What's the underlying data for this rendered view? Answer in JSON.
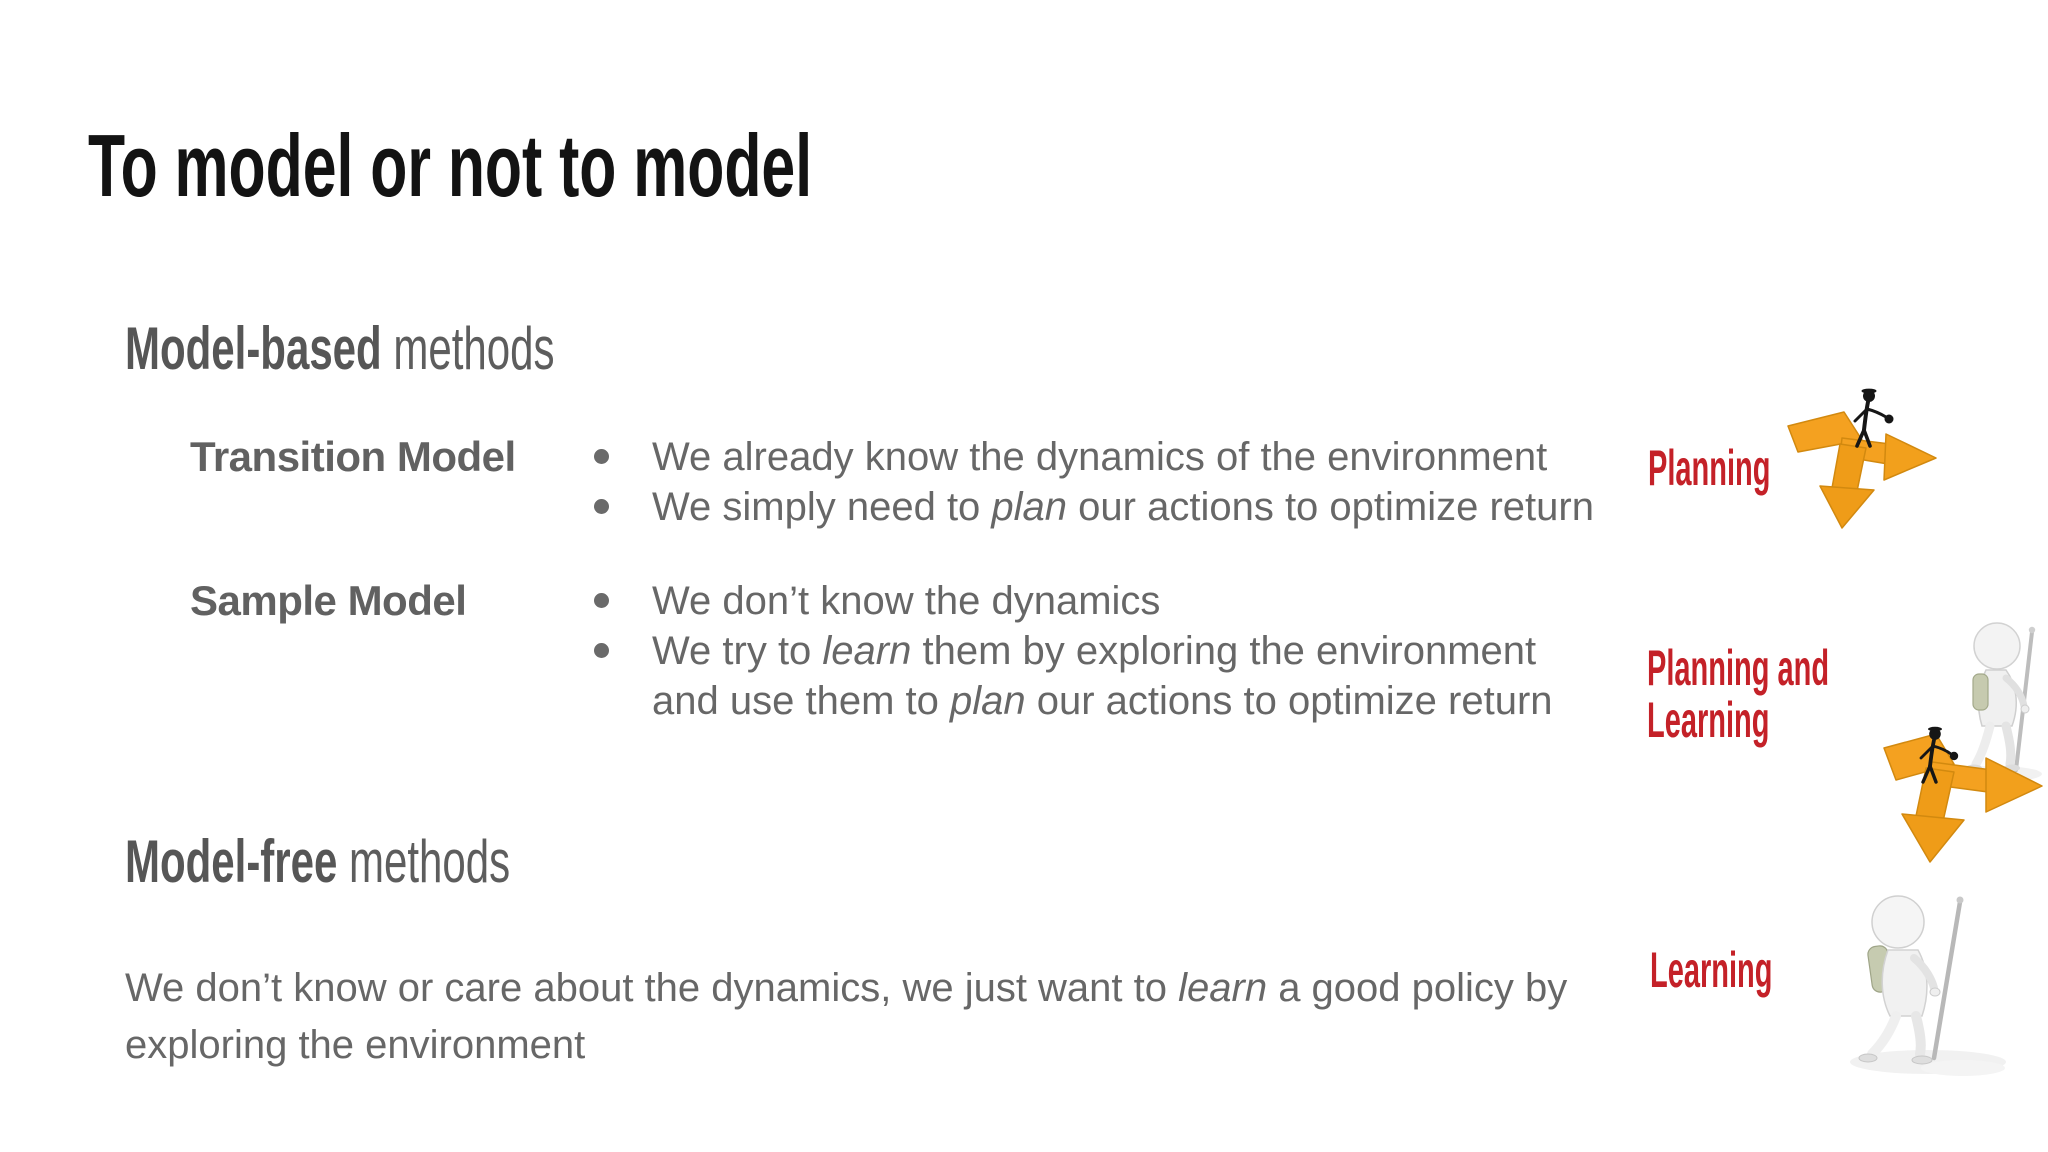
{
  "slide": {
    "title": "To model or not to model",
    "section_model_based": {
      "bold": "Model-based",
      "rest": " methods"
    },
    "section_model_free": {
      "bold": "Model-free",
      "rest": " methods"
    },
    "rows": [
      {
        "label": "Transition Model",
        "bullets": [
          {
            "lines": [
              [
                {
                  "t": "We already know the dynamics of the environment"
                }
              ]
            ]
          },
          {
            "lines": [
              [
                {
                  "t": "We simply need to "
                },
                {
                  "t": "plan",
                  "i": 1
                },
                {
                  "t": " our actions to optimize return"
                }
              ]
            ]
          }
        ]
      },
      {
        "label": "Sample Model",
        "bullets": [
          {
            "lines": [
              [
                {
                  "t": "We don’t know the dynamics"
                }
              ]
            ]
          },
          {
            "lines": [
              [
                {
                  "t": "We try to "
                },
                {
                  "t": "learn",
                  "i": 1
                },
                {
                  "t": " them by exploring the environment"
                }
              ],
              [
                {
                  "t": "and use them to "
                },
                {
                  "t": "plan",
                  "i": 1
                },
                {
                  "t": " our actions to optimize return"
                }
              ]
            ]
          }
        ]
      }
    ],
    "paragraph_lines": [
      [
        {
          "t": "We don’t know or care about the dynamics, we just want to "
        },
        {
          "t": "learn",
          "i": 1
        },
        {
          "t": " a good policy by"
        }
      ],
      [
        {
          "t": "exploring the environment"
        }
      ]
    ],
    "side_labels": [
      {
        "lines": [
          "Planning"
        ]
      },
      {
        "lines": [
          "Planning and",
          "Learning"
        ]
      },
      {
        "lines": [
          "Learning"
        ]
      }
    ],
    "icons": [
      {
        "name": "planning-arrows-clipart",
        "desc": "stick figure on branching orange arrows"
      },
      {
        "name": "planning-and-learning-clipart",
        "desc": "3d figure with walking stick and stick figure on branching orange arrows"
      },
      {
        "name": "learning-clipart",
        "desc": "3d figure hiking with walking stick"
      }
    ],
    "colors": {
      "accent_red": "#c42128",
      "arrow_orange": "#f4a120",
      "arrow_outline": "#d2890f",
      "title_black": "#131313",
      "heading_gray": "#565656",
      "body_gray": "#676767"
    }
  }
}
